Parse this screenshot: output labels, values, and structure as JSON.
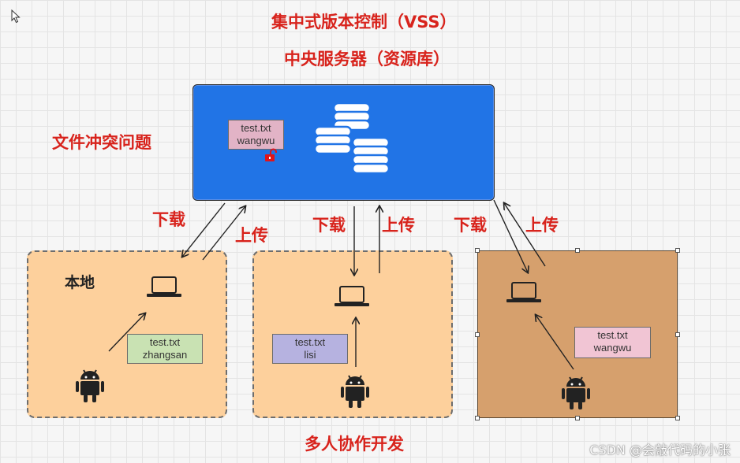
{
  "titles": {
    "main": "集中式版本控制（VSS）",
    "server": "中央服务器（资源库）",
    "conflict": "文件冲突问题",
    "collab": "多人协作开发"
  },
  "server_note": {
    "line1": "test.txt",
    "line2": "wangwu"
  },
  "arrows": {
    "down": "下载",
    "up": "上传"
  },
  "boxes": [
    {
      "label": "本地",
      "note_line1": "test.txt",
      "note_line2": "zhangsan",
      "note_color": "#c9e2b3"
    },
    {
      "label": "",
      "note_line1": "test.txt",
      "note_line2": "lisi",
      "note_color": "#b6b2e0"
    },
    {
      "label": "",
      "note_line1": "test.txt",
      "note_line2": "wangwu",
      "note_color": "#f1c5d4"
    }
  ],
  "colors": {
    "title_red": "#d8231c",
    "server_blue": "#2174e6",
    "box_orange": "#fdd09c",
    "box_brown": "#d6a06d"
  },
  "icons": [
    "cursor-icon",
    "database-icon",
    "unlock-icon",
    "laptop-icon",
    "android-icon",
    "arrow-icon"
  ],
  "watermark": "CSDN @会敲代码的小张"
}
